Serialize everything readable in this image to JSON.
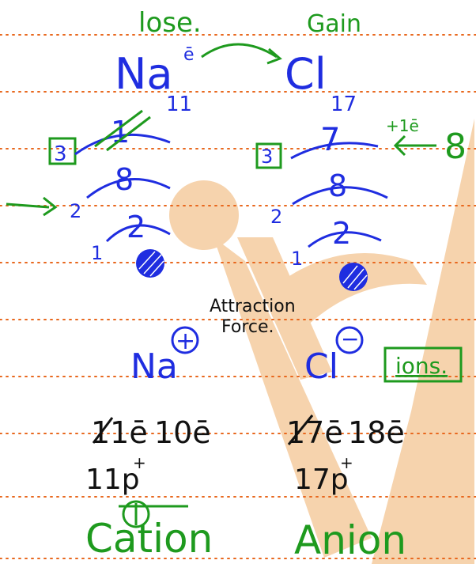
{
  "canvas": {
    "background": "#ffffff",
    "rule_color": "#e8681e",
    "watermark_color": "#f6d3ad",
    "ink": {
      "blue": "#1f2de0",
      "green": "#1e9a1e",
      "black": "#111111"
    }
  },
  "heading": {
    "lose": "lose.",
    "electron": "ē",
    "gain": "Gain"
  },
  "sodium": {
    "symbol": "Na",
    "atomic_number": "11",
    "shells": [
      {
        "level": "3",
        "electrons": "1",
        "crossed": true,
        "boxed": true
      },
      {
        "level": "2",
        "electrons": "8"
      },
      {
        "level": "1",
        "electrons": "2"
      }
    ]
  },
  "chlorine": {
    "symbol": "Cl",
    "atomic_number": "17",
    "shells": [
      {
        "level": "3",
        "electrons": "7",
        "boxed": true
      },
      {
        "level": "2",
        "electrons": "8"
      },
      {
        "level": "1",
        "electrons": "2"
      }
    ],
    "gain_note": "+1ē",
    "gain_result": "8"
  },
  "attraction": {
    "line1": "Attraction",
    "line2": "Force."
  },
  "ions": {
    "cation_symbol": "Na",
    "cation_charge": "+",
    "anion_symbol": "Cl",
    "anion_charge": "−",
    "label": "ions."
  },
  "counts": {
    "na_electrons_old": "11ē",
    "na_electrons_new": "10ē",
    "na_protons": "11p",
    "cl_electrons_old": "17ē",
    "cl_electrons_new": "18ē",
    "cl_protons": "17p",
    "proton_superscript": "+"
  },
  "labels": {
    "cation": "Cation",
    "anion": "Anion"
  }
}
